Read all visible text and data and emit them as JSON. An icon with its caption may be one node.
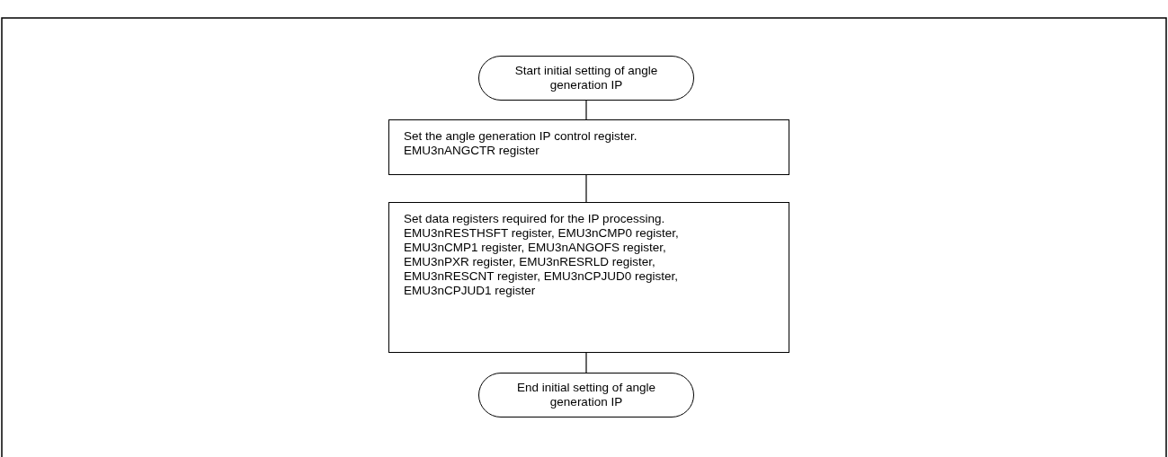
{
  "diagram": {
    "nodes": [
      {
        "text": [
          "Start initial setting of angle generation IP"
        ]
      },
      {
        "text": [
          "Set the angle generation IP control register.",
          "EMU3nANGCTR register"
        ]
      },
      {
        "text": [
          "Set data registers required for the IP processing.",
          "EMU3nRESTHSFT register, EMU3nCMP0 register, EMU3nCMP1 register, EMU3nANGOFS register, EMU3nPXR register, EMU3nRESRLD register, EMU3nRESCNT register, EMU3nCPJUD0 register, EMU3nCPJUD1 register"
        ]
      },
      {
        "text": [
          "End initial setting of angle generation IP"
        ]
      }
    ],
    "edges": [
      {
        "from": 0,
        "to": 1,
        "arrow": "none"
      },
      {
        "from": 1,
        "to": 2,
        "arrow": "none"
      },
      {
        "from": 2,
        "to": 3,
        "arrow": "none"
      }
    ]
  }
}
